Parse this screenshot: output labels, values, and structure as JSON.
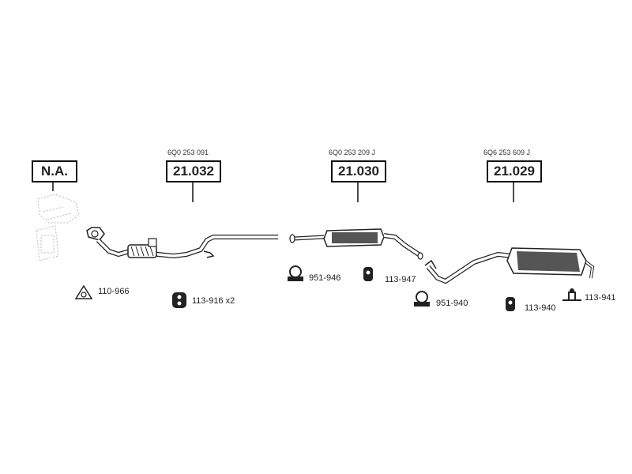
{
  "diagram": {
    "na_box": "N.A.",
    "assemblies": [
      {
        "oe": "6Q0 253 091",
        "part": "21.032"
      },
      {
        "oe": "6Q0 253 209 J",
        "part": "21.030"
      },
      {
        "oe": "6Q6 253 609 J",
        "part": "21.029"
      }
    ],
    "fittings": [
      {
        "code": "110-966",
        "icon": "gasket-icon"
      },
      {
        "code": "113-916 x2",
        "icon": "rubber-hanger-icon"
      },
      {
        "code": "951-946",
        "icon": "clamp-icon"
      },
      {
        "code": "113-947",
        "icon": "rubber-mount-icon"
      },
      {
        "code": "951-940",
        "icon": "clamp-icon"
      },
      {
        "code": "113-940",
        "icon": "rubber-mount-icon"
      },
      {
        "code": "113-941",
        "icon": "bracket-icon"
      }
    ]
  }
}
